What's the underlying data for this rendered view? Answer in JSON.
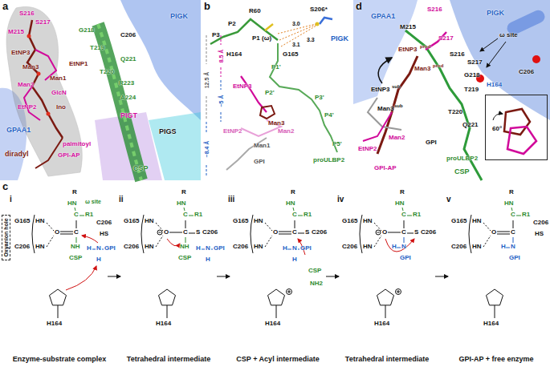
{
  "diagram": {
    "nodes": [
      {
        "text": [
          "60°"
        ]
      },
      {
        "text": [
          "Oxyanion hole"
        ]
      }
    ],
    "labels": [
      "a",
      "S216",
      "S217",
      "M215",
      "PIGK",
      "C206",
      "G218",
      "EtNP3",
      "T219",
      "Man3",
      "EtNP1",
      "Q221",
      "Man1",
      "T220",
      "Man2",
      "R223",
      "GlcN",
      "A224",
      "Ino",
      "EtNP2",
      "PIGT",
      "PIGS",
      "GPAA1",
      "diradyl",
      "palmitoyl",
      "GPI-AP",
      "CSP",
      "b",
      "R60",
      "P2",
      "P3",
      "S206*",
      "PIGK",
      "P1 (ω)",
      "3.0",
      "3.3",
      "3.1",
      "H164",
      "G165",
      "P1'",
      "P2'",
      "P3'",
      "P4'",
      "P5'",
      "proULBP2",
      "EtNP3",
      "Man3",
      "Man2",
      "Man1",
      "EtNP2",
      "GPI",
      "12.5 Å",
      "8.5 Å",
      "~5 Å",
      "~8.4 Å",
      "d",
      "GPAA1",
      "S216",
      "M215",
      "PIGK",
      "S217",
      "ω site",
      "EtNP3",
      "prod",
      "S216",
      "S217",
      "C206",
      "G218",
      "H164",
      "Man3",
      "prod",
      "EtNP3",
      "sub",
      "T219",
      "Man3",
      "sub",
      "T220",
      "Q221",
      "Man2",
      "EtNP2",
      "GPI",
      "GPI-AP",
      "proULBP2",
      "CSP",
      "c",
      "i",
      "G165",
      "HN",
      "C206",
      "HN",
      "R",
      "HN",
      "ω site",
      "C",
      "R1",
      "O",
      "C",
      "NH",
      "CSP",
      "C206",
      "HS",
      "H",
      "N",
      "GPI",
      "H",
      "H164",
      "Enzyme-substrate complex",
      "ii",
      "G165",
      "HN",
      "C206",
      "HN",
      "R",
      "HN",
      "C",
      "R1",
      "O",
      "C",
      "S",
      "C206",
      "NH",
      "CSP",
      "H",
      "N",
      "GPI",
      "H",
      "H164",
      "Tetrahedral intermediate",
      "iii",
      "G165",
      "HN",
      "C206",
      "HN",
      "R",
      "HN",
      "C",
      "R1",
      "O",
      "C",
      "S",
      "C206",
      "CSP",
      "NH2",
      "H",
      "N",
      "GPI",
      "H",
      "H164",
      "CSP + Acyl intermediate",
      "iv",
      "G165",
      "HN",
      "C206",
      "HN",
      "R",
      "HN",
      "C",
      "R1",
      "O",
      "C",
      "S",
      "C206",
      "N",
      "H",
      "GPI",
      "H164",
      "Tetrahedral intermediate",
      "v",
      "G165",
      "HN",
      "C206",
      "HN",
      "R",
      "HN",
      "C",
      "R1",
      "O",
      "C",
      "HS",
      "C206",
      "N",
      "H",
      "GPI",
      "H164",
      "GPI-AP + free enzyme"
    ]
  }
}
